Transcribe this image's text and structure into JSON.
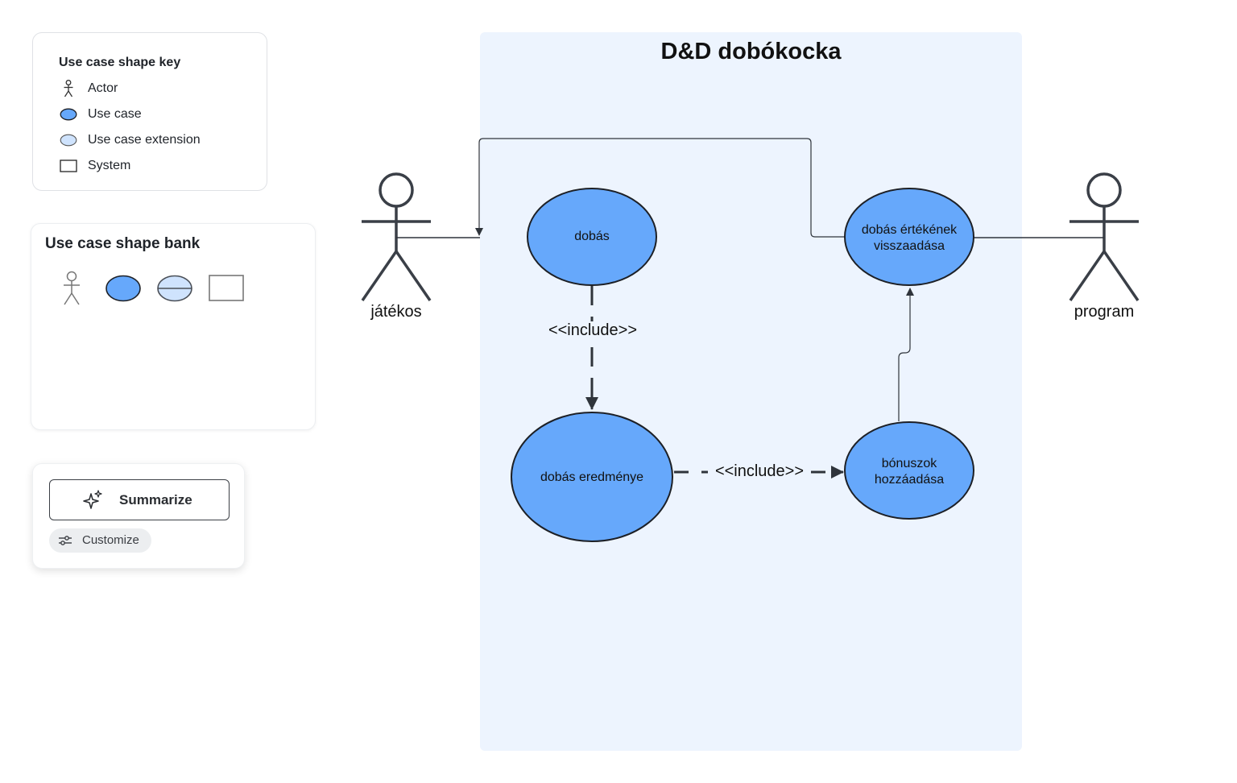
{
  "key": {
    "title": "Use case shape key",
    "items": [
      {
        "label": "Actor",
        "icon": "actor-icon"
      },
      {
        "label": "Use case",
        "icon": "use-case-icon"
      },
      {
        "label": "Use case extension",
        "icon": "use-case-extension-icon"
      },
      {
        "label": "System",
        "icon": "system-icon"
      }
    ]
  },
  "bank": {
    "title": "Use case shape bank",
    "shapes": [
      "actor-icon",
      "use-case-icon",
      "use-case-extension-icon",
      "system-icon"
    ]
  },
  "ai": {
    "summarize_label": "Summarize",
    "customize_label": "Customize"
  },
  "diagram": {
    "system_title": "D&D dobókocka",
    "actors": {
      "left": "játékos",
      "right": "program"
    },
    "use_cases": {
      "roll": "dobás",
      "return_value": [
        "dobás értékének",
        "visszaadása"
      ],
      "result": "dobás eredménye",
      "bonus": [
        "bónuszok",
        "hozzáadása"
      ]
    },
    "include_label_1": "<<include>>",
    "include_label_2": "<<include>>"
  },
  "colors": {
    "use_case_fill": "#66a8fb",
    "use_case_extension_fill": "#cfe3fd",
    "system_fill": "#edf4fe",
    "stroke": "#3a3f47"
  }
}
